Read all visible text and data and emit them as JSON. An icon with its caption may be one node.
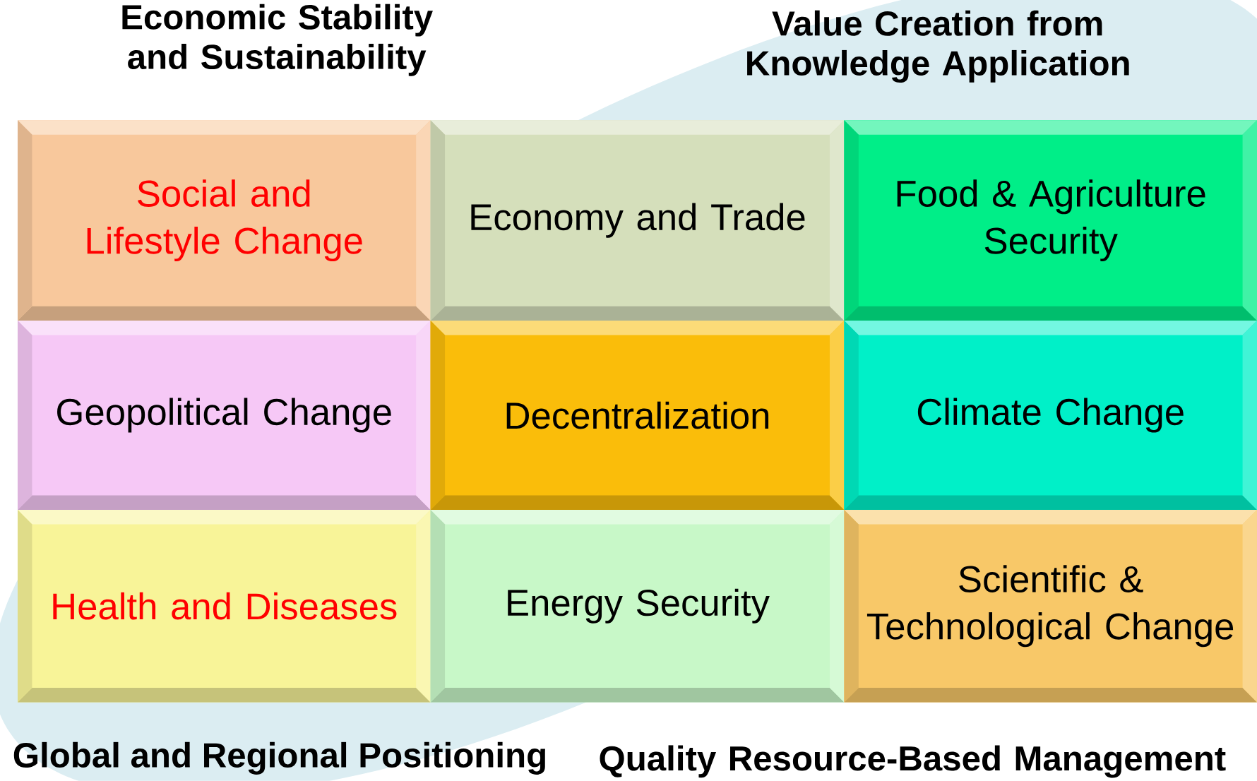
{
  "diagram": {
    "nodes": [
      {
        "text": [
          "Social and Lifestyle Change"
        ]
      },
      {
        "text": [
          "Economy and Trade"
        ]
      },
      {
        "text": [
          "Food & Agriculture Security"
        ]
      },
      {
        "text": [
          "Geopolitical Change"
        ]
      },
      {
        "text": [
          "Decentralization"
        ]
      },
      {
        "text": [
          "Climate Change"
        ]
      },
      {
        "text": [
          "Health and Diseases"
        ]
      },
      {
        "text": [
          "Energy Security"
        ]
      },
      {
        "text": [
          "Scientific & Technological Change"
        ]
      }
    ],
    "labels": [
      "Economic Stability and Sustainability",
      "Value Creation from Knowledge Application",
      "Global and Regional Positioning",
      "Quality Resource-Based Management"
    ]
  }
}
